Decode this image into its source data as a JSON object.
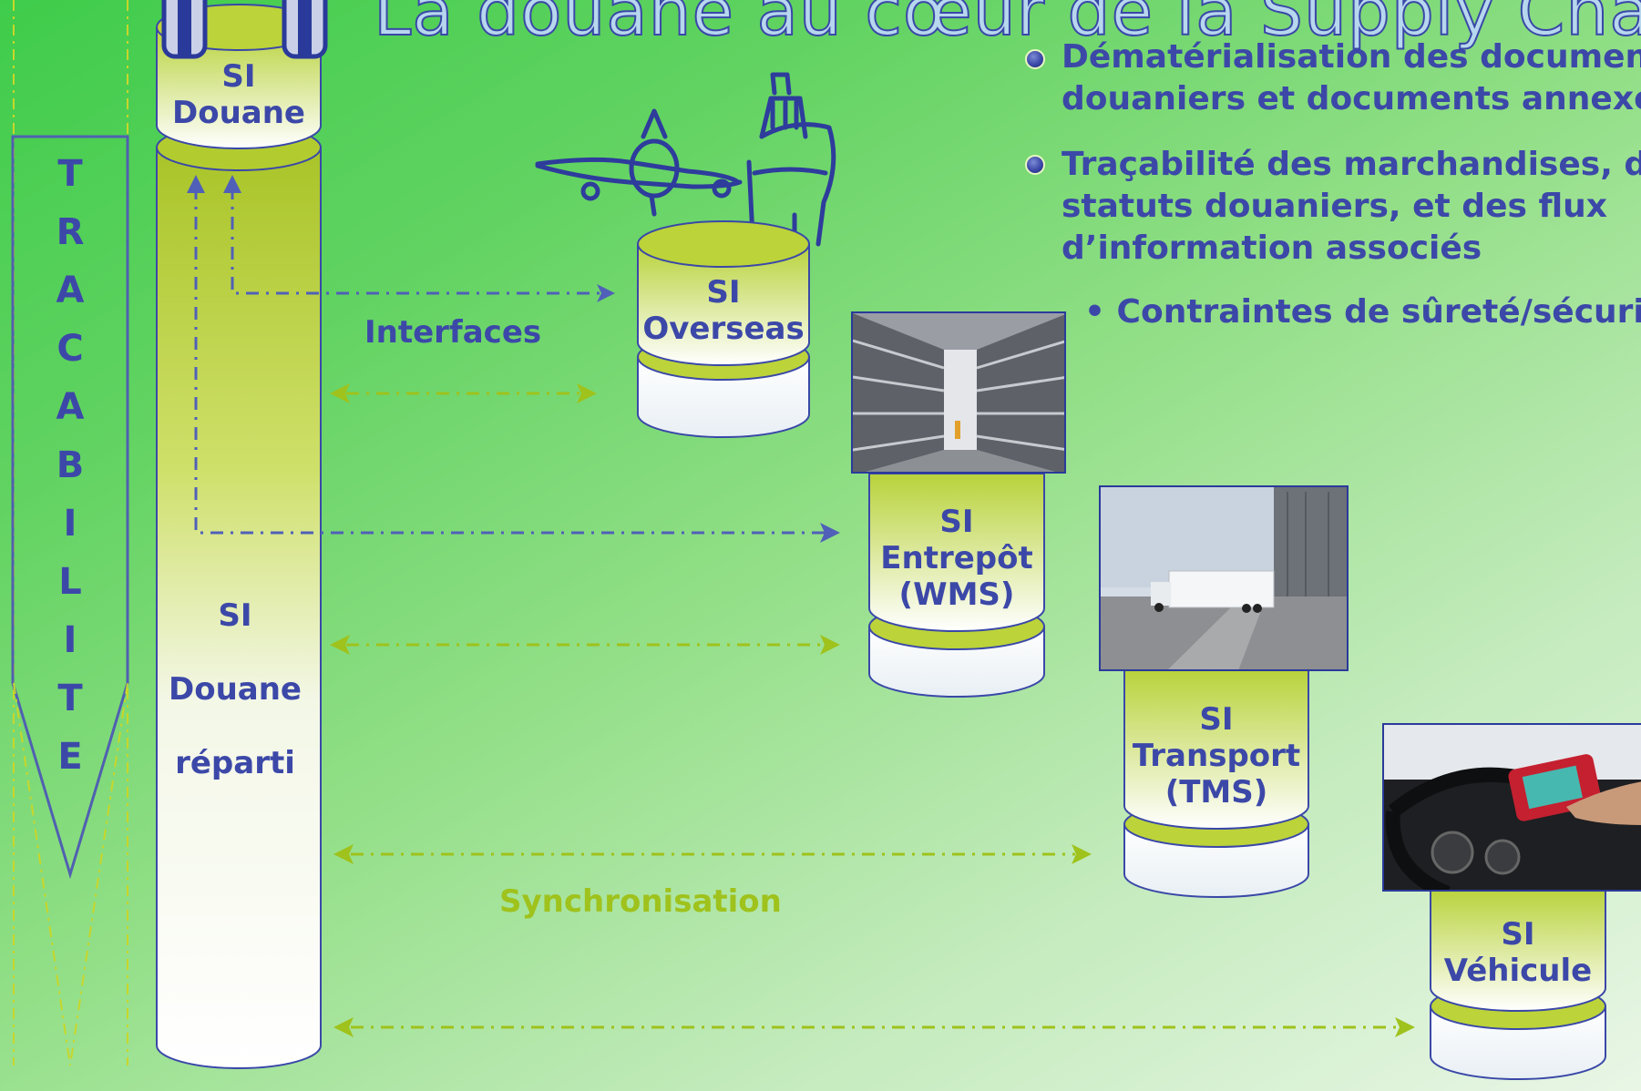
{
  "title": "La douane au cœur de la Supply Chain",
  "bullets": [
    {
      "line1": "Dématérialisation des documents",
      "line2": "douaniers et documents annexes"
    },
    {
      "line1": "Traçabilité des marchandises, des",
      "line2": "statuts douaniers, et des flux",
      "line3": "d’information associés"
    }
  ],
  "sub_bullet": "• Contraintes de sûreté/sécurité",
  "tracabilite": [
    "T",
    "R",
    "A",
    "C",
    "A",
    "B",
    "I",
    "L",
    "I",
    "T",
    "E"
  ],
  "databases": {
    "douane_top": {
      "line1": "SI",
      "line2": "Douane"
    },
    "douane_reparti": {
      "line1": "SI",
      "line2": "Douane",
      "line3": "réparti"
    },
    "overseas": {
      "line1": "SI",
      "line2": "Overseas"
    },
    "entrepot": {
      "line1": "SI",
      "line2": "Entrepôt",
      "line3": "(WMS)"
    },
    "transport": {
      "line1": "SI",
      "line2": "Transport",
      "line3": "(TMS)"
    },
    "vehicule": {
      "line1": "SI",
      "line2": "Véhicule"
    }
  },
  "labels": {
    "interfaces": "Interfaces",
    "synchronisation": "Synchronisation"
  },
  "colors": {
    "blue": "#3c48a8",
    "olive": "#9fc21c",
    "cylinder_top": "#bcd33a"
  },
  "icons": [
    "plane-icon",
    "ship-icon",
    "warehouse-photo",
    "truck-photo",
    "vehicle-terminal-photo"
  ]
}
